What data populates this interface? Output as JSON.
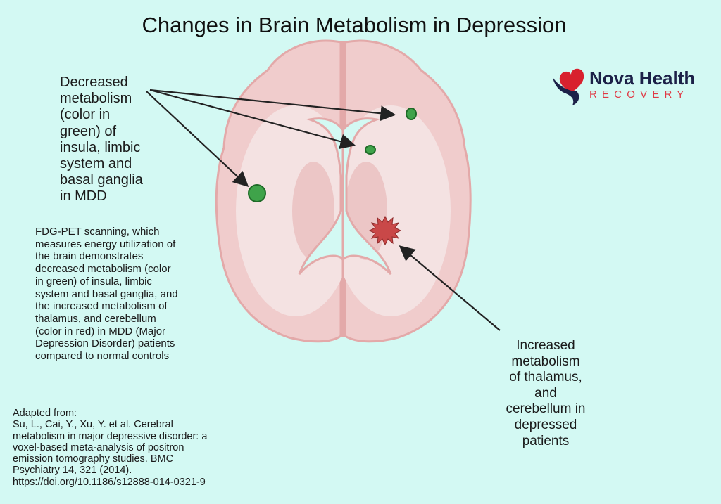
{
  "title": "Changes in Brain Metabolism in Depression",
  "logo": {
    "name": "Nova Health",
    "sub": "RECOVERY"
  },
  "decreased_label": {
    "lines": [
      "Decreased",
      "metabolism",
      "(color in",
      "green) of",
      "insula, limbic",
      "system and",
      "basal ganglia",
      "in MDD"
    ]
  },
  "description": {
    "lines": [
      "FDG-PET scanning, which",
      "measures energy utilization of",
      "the brain demonstrates",
      "decreased metabolism (color",
      "in green) of insula, limbic",
      "system and basal ganglia, and",
      "the increased metabolism of",
      "thalamus, and cerebellum",
      "(color in red) in MDD (Major",
      "Depression Disorder)  patients",
      "compared to normal controls"
    ]
  },
  "increased_label": {
    "lines": [
      "Increased",
      "metabolism",
      "of thalamus,",
      "and",
      "cerebellum in",
      "depressed",
      "patients"
    ]
  },
  "citation": {
    "lines": [
      "Adapted from:",
      "Su, L., Cai, Y., Xu, Y. et al. Cerebral",
      "metabolism in major depressive disorder: a",
      "voxel-based meta-analysis of positron",
      "emission tomography studies. BMC",
      "Psychiatry 14, 321 (2014).",
      "https://doi.org/10.1186/s12888-014-0321-9"
    ]
  },
  "colors": {
    "background": "#d3f9f3",
    "decreased": "#3fa34a",
    "increased": "#c94848",
    "brain": "#f2d3d3"
  }
}
